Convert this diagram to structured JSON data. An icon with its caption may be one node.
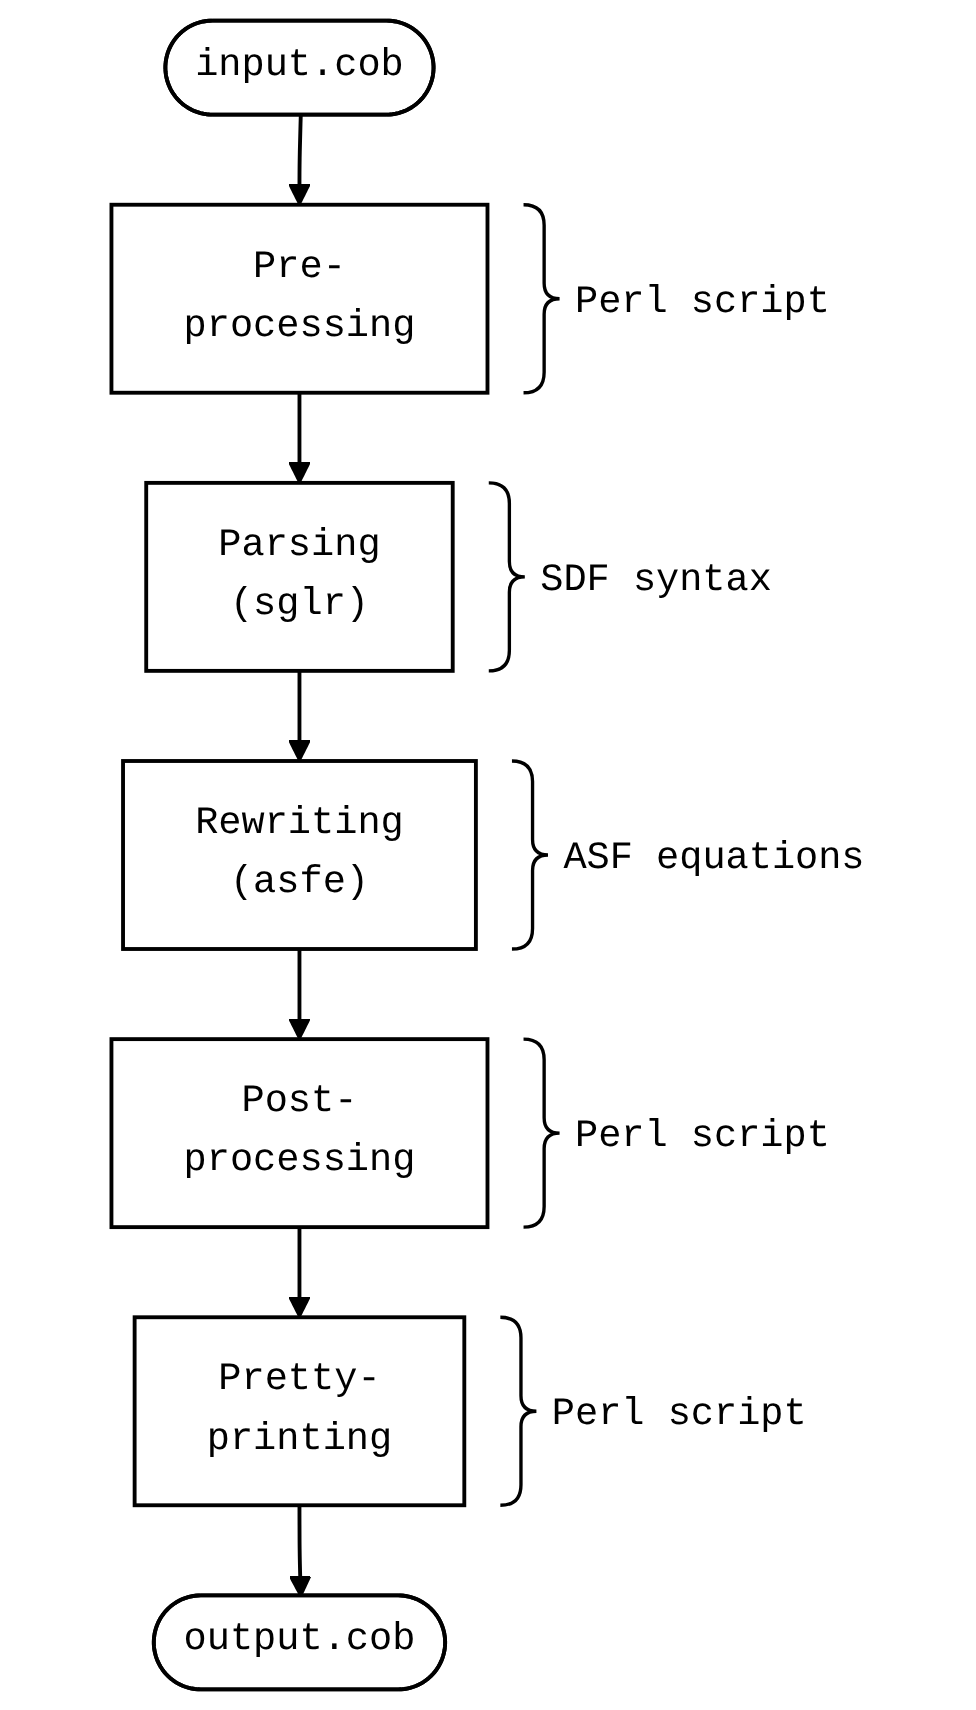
{
  "diagram": {
    "nodes": [
      {
        "text": [
          "input.cob"
        ]
      },
      {
        "text": [
          "Pre-processing"
        ],
        "beside": [
          "Perl script"
        ]
      },
      {
        "text": [
          "Parsing (sglr)"
        ],
        "beside": [
          "SDF syntax"
        ]
      },
      {
        "text": [
          "Rewriting (asfe)"
        ],
        "beside": [
          "ASF equations"
        ]
      },
      {
        "text": [
          "Post-processing"
        ],
        "beside": [
          "Perl script"
        ]
      },
      {
        "text": [
          "Pretty-printing"
        ],
        "beside": [
          "Perl script"
        ]
      },
      {
        "text": [
          "output.cob"
        ]
      }
    ],
    "edges": [
      {
        "from": 0,
        "to": 1,
        "arrow": "to"
      },
      {
        "from": 1,
        "to": 2,
        "arrow": "to"
      },
      {
        "from": 2,
        "to": 3,
        "arrow": "to"
      },
      {
        "from": 3,
        "to": 4,
        "arrow": "to"
      },
      {
        "from": 4,
        "to": 5,
        "arrow": "to"
      },
      {
        "from": 5,
        "to": 6,
        "arrow": "to"
      }
    ]
  }
}
